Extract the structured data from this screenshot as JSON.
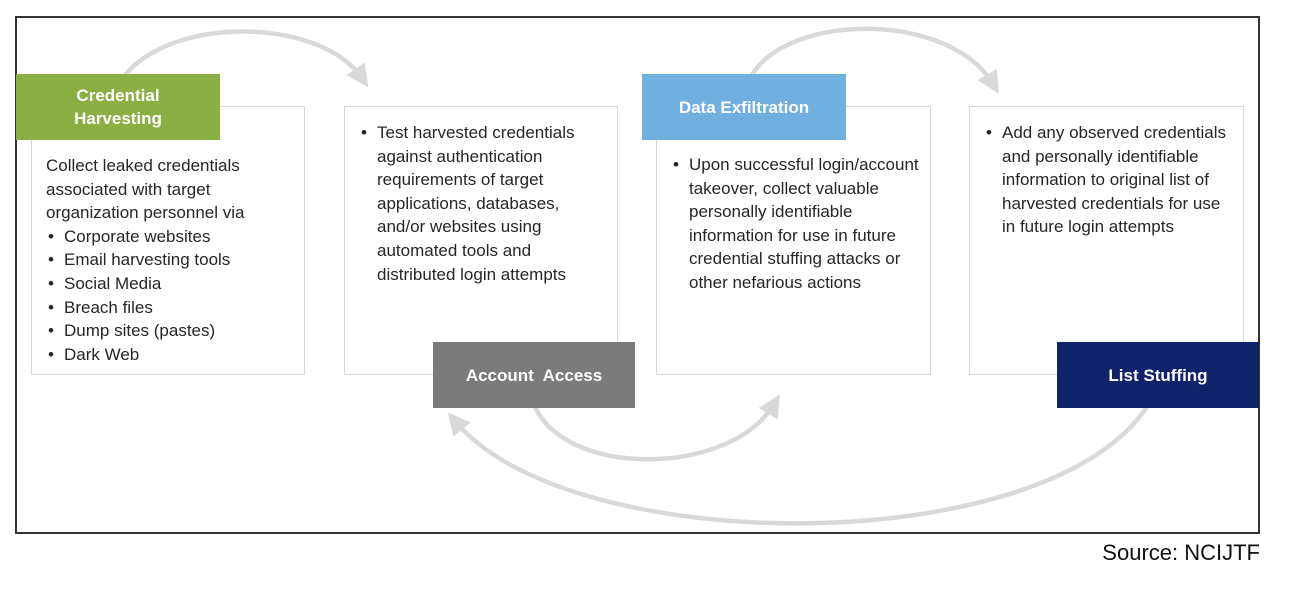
{
  "stages": {
    "harvesting": {
      "label": "Credential Harvesting",
      "color": "#8ab043",
      "intro": "Collect leaked credentials associated with target organization personnel via",
      "items": [
        "Corporate websites",
        "Email harvesting tools",
        "Social Media",
        "Breach files",
        "Dump sites (pastes)",
        "Dark Web"
      ]
    },
    "account_access": {
      "label": "Account  Access",
      "color": "#7b7b7b",
      "items": [
        "Test harvested credentials against authentication requirements of target applications, databases, and/or websites using automated tools and distributed login attempts"
      ]
    },
    "exfiltration": {
      "label": "Data Exfiltration",
      "color": "#6fb0e0",
      "items": [
        "Upon successful login/account takeover, collect valuable personally identifiable information for use in future credential stuffing attacks or other nefarious actions"
      ]
    },
    "list_stuffing": {
      "label": "List Stuffing",
      "color": "#0e2369",
      "items": [
        "Add any observed credentials and personally identifiable information to original list of harvested credentials for use in future login attempts"
      ]
    }
  },
  "arrow_color": "#d9d9d9",
  "source": "Source: NCIJTF"
}
